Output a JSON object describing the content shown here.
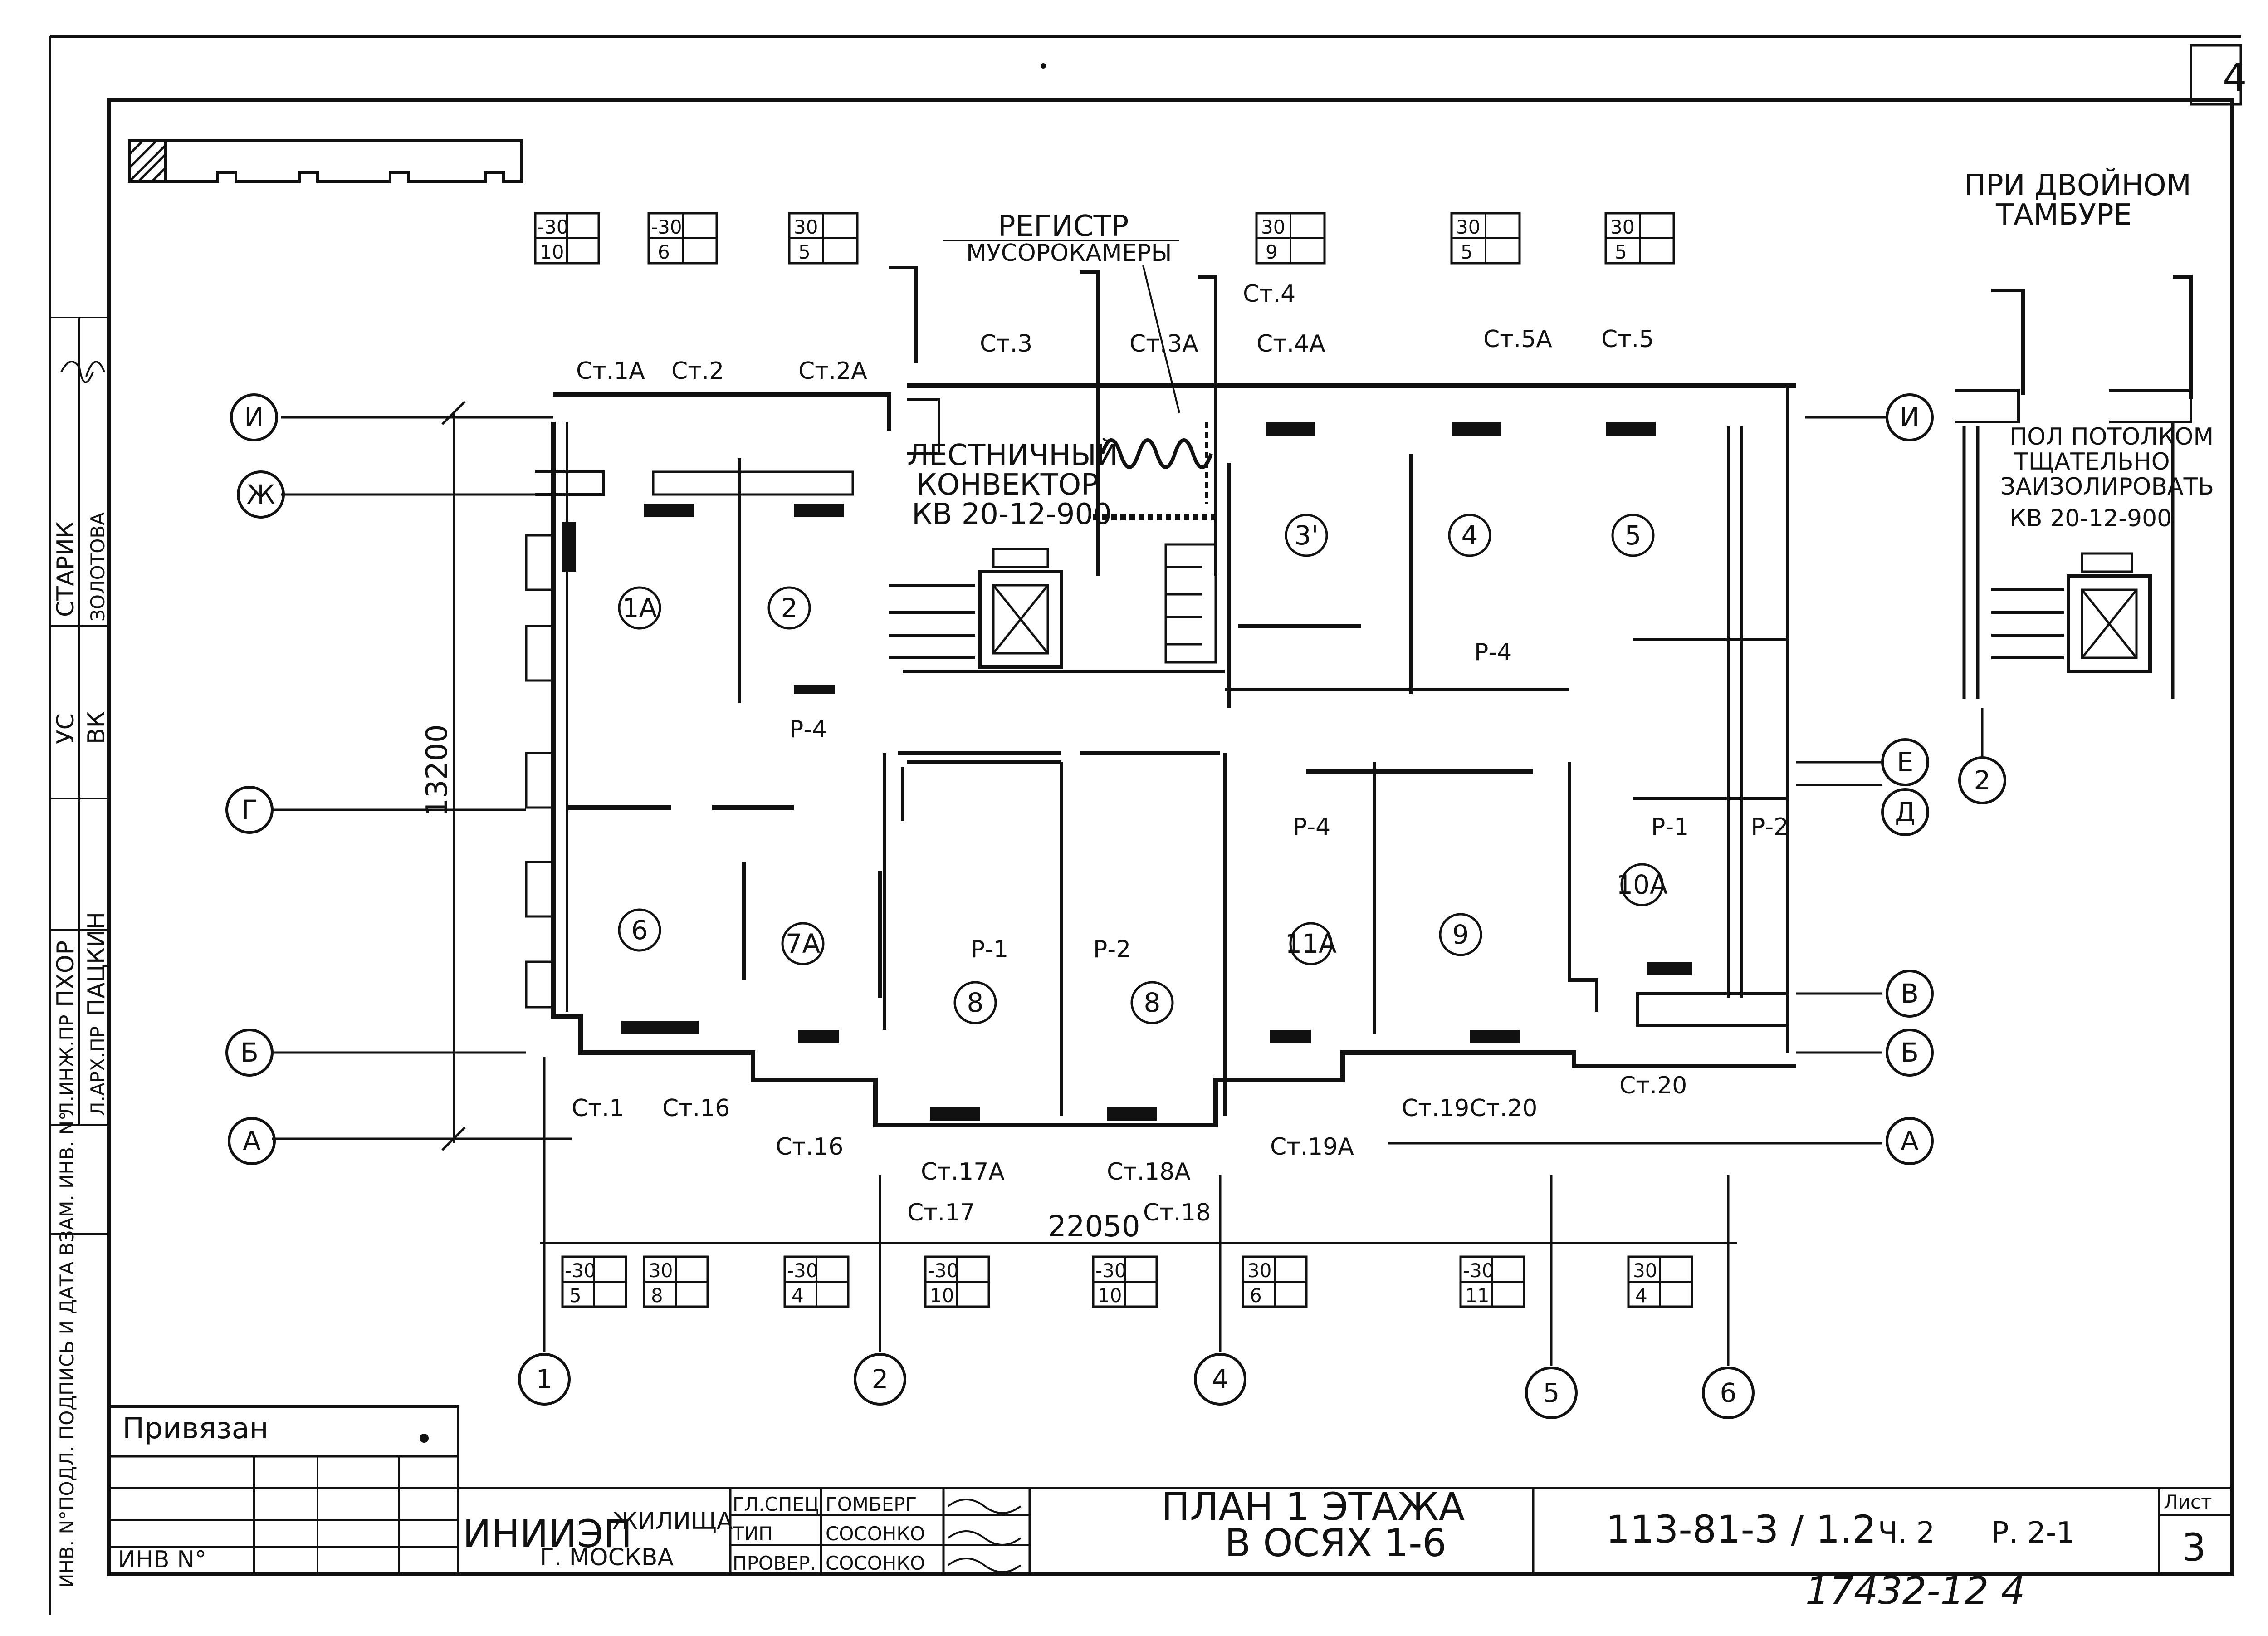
{
  "sheet": {
    "corner_number": "4",
    "ink_color": "#111111",
    "paper_color": "#ffffff"
  },
  "annotations": {
    "register_title": "РЕГИСТР",
    "register_subtitle": "МУСОРОКАМЕРЫ",
    "stair_convector_line1": "ЛЕСТНИЧНЫЙ",
    "stair_convector_line2": "КОНВЕКТОР",
    "stair_convector_model": "КВ 20-12-900",
    "double_vestibule_line1": "ПРИ ДВОЙНОМ",
    "double_vestibule_line2": "ТАМБУРЕ",
    "insulate_line1": "ПОЛ ПОТОЛКОМ",
    "insulate_line2": "ТЩАТЕЛЬНО",
    "insulate_line3": "ЗАИЗОЛИРОВАТЬ",
    "insulate_model": "КВ 20-12-900",
    "dim_vertical": "13200",
    "dim_horizontal": "22050",
    "attached_label": "Привязан",
    "inv_label": "ИНВ N°"
  },
  "grid_axes": {
    "rows": [
      "И",
      "Ж",
      "Г",
      "Б",
      "А",
      "Е",
      "Д",
      "В"
    ],
    "columns": [
      "1",
      "2",
      "4",
      "5",
      "6"
    ],
    "inset_column": "2"
  },
  "rooms": [
    "1А",
    "2",
    "3'",
    "4",
    "5",
    "6",
    "7А",
    "8",
    "8",
    "11А",
    "9",
    "10А"
  ],
  "risers_top": [
    "Ст.1А",
    "Ст.2",
    "Ст.2А",
    "Ст.3",
    "Ст.3А",
    "Ст.4",
    "Ст.4А",
    "Ст.5А",
    "Ст.5"
  ],
  "risers_bottom": [
    "Ст.1",
    "Ст.16",
    "Ст.16",
    "Ст.17А",
    "Ст.17",
    "Ст.18А",
    "Ст.18",
    "Ст.19А",
    "Ст.19",
    "Ст.20",
    "Ст.20"
  ],
  "regulators": [
    "Р-4",
    "Р-4",
    "Р-4",
    "Р-1",
    "Р-2",
    "Р-1",
    "Р-2"
  ],
  "heat_tags_top": [
    {
      "a": "-30",
      "b": "10"
    },
    {
      "a": "-30",
      "b": "6"
    },
    {
      "a": "30",
      "b": "5"
    },
    {
      "a": "30",
      "b": "9"
    },
    {
      "a": "30",
      "b": "5"
    },
    {
      "a": "30",
      "b": "5"
    }
  ],
  "heat_tags_bottom": [
    {
      "a": "-30",
      "b": "5"
    },
    {
      "a": "30",
      "b": "8"
    },
    {
      "a": "-30",
      "b": "4"
    },
    {
      "a": "-30",
      "b": "10"
    },
    {
      "a": "-30",
      "b": "10"
    },
    {
      "a": "30",
      "b": "6"
    },
    {
      "a": "-30",
      "b": "11"
    },
    {
      "a": "30",
      "b": "4"
    }
  ],
  "left_stamp": {
    "roles": [
      "УС",
      "ВК",
      "Л.ИНЖ.ПР",
      "Л.АРХ.ПР"
    ],
    "names": [
      "СТАРИК",
      "ЗОЛОТОВА",
      "ПХОР",
      "ПАЦКИН"
    ],
    "vertical_caption": "ИНВ. N°ПОДЛ. ПОДПИСЬ И ДАТА ВЗАМ. ИНВ. N°"
  },
  "title_block": {
    "org_logo": "ИНИИЭП",
    "org_dept": "ЖИЛИЩА",
    "org_city": "Г. МОСКВА",
    "roles": [
      "ГЛ.СПЕЦ",
      "ТИП",
      "ПРОВЕР."
    ],
    "names": [
      "ГОМБЕРГ",
      "СОСОНКО",
      "СОСОНКО"
    ],
    "plan_title_line1": "ПЛАН 1 ЭТАЖА",
    "plan_title_line2": "В ОСЯХ 1-6",
    "project_code": "113-81-3 / 1.2",
    "part": "Ч. 2",
    "section": "Р. 2-1",
    "sheet_label": "Лист",
    "sheet_number": "3",
    "archive_number": "17432-12 4"
  }
}
